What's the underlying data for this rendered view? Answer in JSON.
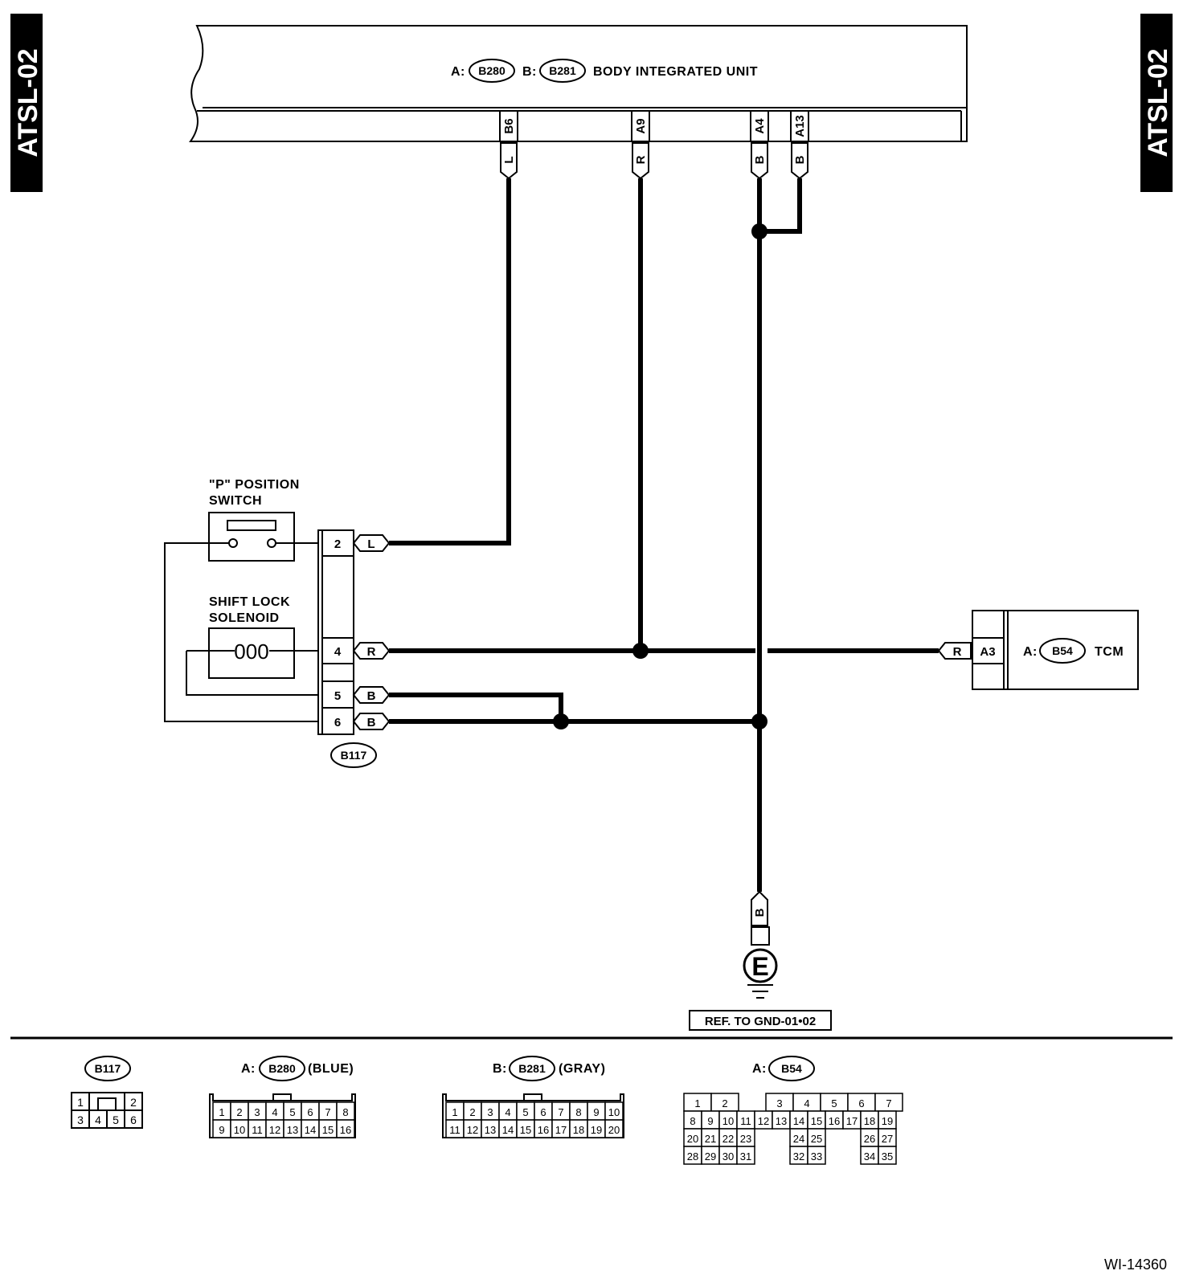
{
  "tabs": {
    "left": "ATSL-02",
    "right": "ATSL-02"
  },
  "body_unit": {
    "prefix_a": "A:",
    "conn_a": "B280",
    "prefix_b": "B:",
    "conn_b": "B281",
    "name": "BODY INTEGRATED UNIT",
    "pins": [
      "B6",
      "A9",
      "A4",
      "A13"
    ],
    "wire_colors": [
      "L",
      "R",
      "B",
      "B"
    ]
  },
  "p_switch": {
    "line1": "\"P\" POSITION",
    "line2": "SWITCH"
  },
  "solenoid": {
    "line1": "SHIFT LOCK",
    "line2": "SOLENOID",
    "coil": "000"
  },
  "b117": {
    "pins": [
      "2",
      "4",
      "5",
      "6"
    ],
    "wire_colors": [
      "L",
      "R",
      "B",
      "B"
    ],
    "name": "B117"
  },
  "tcm": {
    "wire_color": "R",
    "pin": "A3",
    "prefix": "A:",
    "conn": "B54",
    "name": "TCM"
  },
  "ground": {
    "wire_color": "B",
    "symbol": "E",
    "ref": "REF. TO GND-01•02"
  },
  "connector_views": {
    "b117": {
      "name": "B117",
      "row1": [
        "1",
        "2"
      ],
      "row2": [
        "3",
        "4",
        "5",
        "6"
      ]
    },
    "b280": {
      "prefix": "A:",
      "name": "B280",
      "color": "(BLUE)",
      "row1": [
        "1",
        "2",
        "3",
        "4",
        "5",
        "6",
        "7",
        "8"
      ],
      "row2": [
        "9",
        "10",
        "11",
        "12",
        "13",
        "14",
        "15",
        "16"
      ]
    },
    "b281": {
      "prefix": "B:",
      "name": "B281",
      "color": "(GRAY)",
      "row1": [
        "1",
        "2",
        "3",
        "4",
        "5",
        "6",
        "7",
        "8",
        "9",
        "10"
      ],
      "row2": [
        "11",
        "12",
        "13",
        "14",
        "15",
        "16",
        "17",
        "18",
        "19",
        "20"
      ]
    },
    "b54": {
      "prefix": "A:",
      "name": "B54",
      "row1": [
        "1",
        "2",
        "3",
        "4",
        "5",
        "6",
        "7"
      ],
      "row2": [
        "8",
        "9",
        "10",
        "11",
        "12",
        "13",
        "14",
        "15",
        "16",
        "17",
        "18",
        "19"
      ],
      "row3": [
        "20",
        "21",
        "22",
        "23",
        "24",
        "25",
        "26",
        "27"
      ],
      "row4": [
        "28",
        "29",
        "30",
        "31",
        "32",
        "33",
        "34",
        "35"
      ]
    }
  },
  "figure_id": "WI-14360"
}
